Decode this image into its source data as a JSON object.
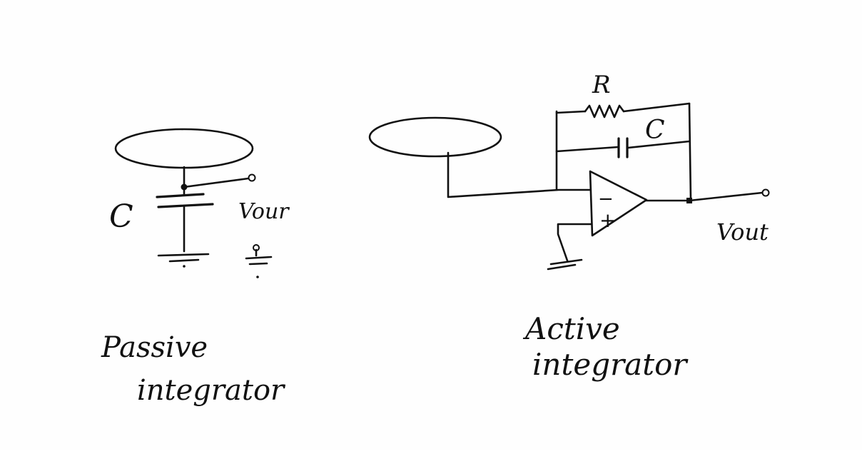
{
  "passive": {
    "cap_label": "C",
    "vout_label": "Vour",
    "title_line1": "Passive",
    "title_line2": "integrator"
  },
  "active": {
    "r_label": "R",
    "cap_label": "C",
    "minus_label": "−",
    "plus_label": "+",
    "vout_label": "Vout",
    "title_line1": "Active",
    "title_line2": "integrator"
  },
  "colors": {
    "ink": "#111111",
    "paper": "#fefefe"
  }
}
